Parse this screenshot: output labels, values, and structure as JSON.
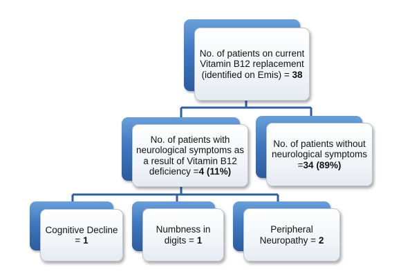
{
  "nodes": {
    "root": {
      "text": "No. of patients on current Vitamin B12 replacement (identified on Emis) = ",
      "value": "38"
    },
    "with_symptoms": {
      "text": "No. of patients with neurological symptoms as a result of Vitamin B12 deficiency =",
      "value": "4 (11%)"
    },
    "without_symptoms": {
      "text": "No. of patients without neurological symptoms =",
      "value": "34 (89%)"
    },
    "cognitive": {
      "text": "Cognitive Decline = ",
      "value": "1"
    },
    "numbness": {
      "text": "Numbness in digits = ",
      "value": "1"
    },
    "neuropathy": {
      "text": "Peripheral Neuropathy = ",
      "value": "2"
    }
  },
  "colors": {
    "connector": "#2f5f9e",
    "tab": "#3f78c1",
    "card": "#f2f5f9"
  }
}
